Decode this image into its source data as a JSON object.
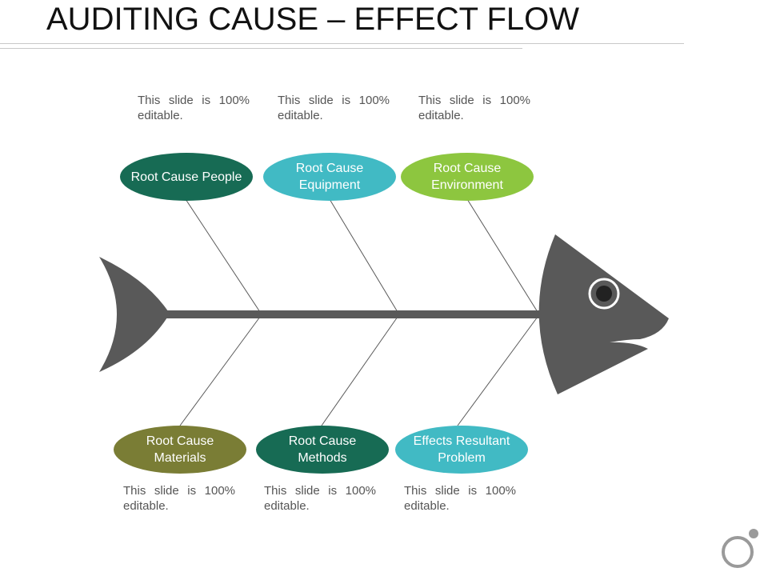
{
  "title": "AUDITING CAUSE – EFFECT FLOW",
  "colors": {
    "dark_green": "#176b54",
    "teal": "#41bac4",
    "lime": "#8dc63f",
    "olive": "#7a7d35",
    "fish_gray": "#595959",
    "line_gray": "#595959"
  },
  "top_notes": [
    "This slide is 100% editable.",
    "This slide is 100% editable.",
    "This slide is 100% editable."
  ],
  "top_causes": [
    {
      "label": "Root Cause People",
      "color": "#176b54"
    },
    {
      "label": "Root Cause Equipment",
      "color": "#41bac4"
    },
    {
      "label": "Root Cause Environment",
      "color": "#8dc63f"
    }
  ],
  "bottom_causes": [
    {
      "label": "Root Cause Materials",
      "color": "#7a7d35"
    },
    {
      "label": "Root Cause Methods",
      "color": "#176b54"
    },
    {
      "label": "Effects Resultant Problem",
      "color": "#41bac4"
    }
  ],
  "bottom_notes": [
    "This slide is 100% editable.",
    "This slide is 100% editable.",
    "This slide is 100% editable."
  ],
  "icons": {
    "fish": "fishbone-diagram-icon",
    "logo": "circle-logo-icon"
  }
}
